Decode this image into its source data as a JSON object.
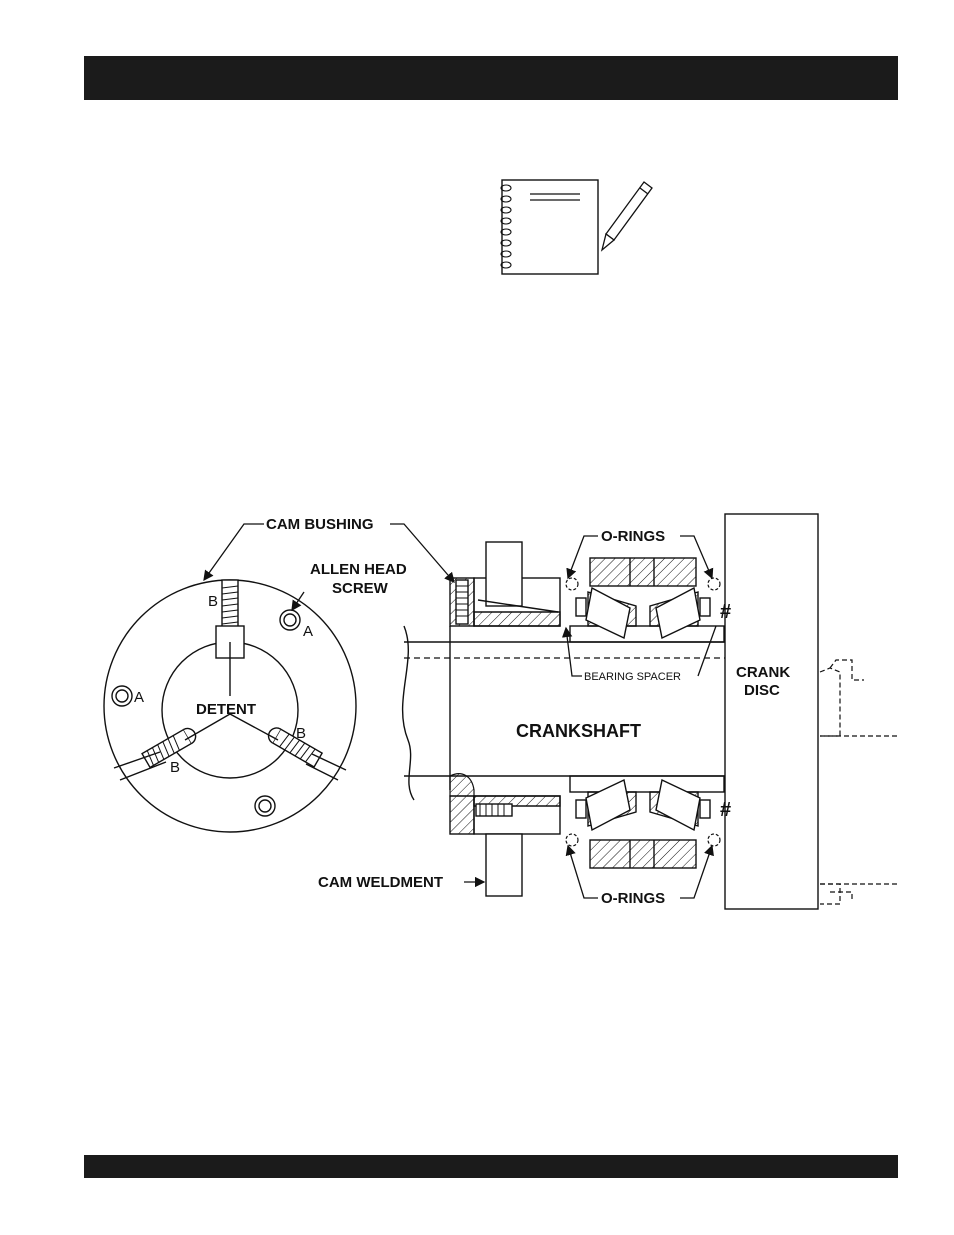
{
  "labels": {
    "cam_bushing": "CAM BUSHING",
    "allen_head_1": "ALLEN HEAD",
    "allen_head_2": "SCREW",
    "o_rings_top": "O-RINGS",
    "o_rings_bottom": "O-RINGS",
    "bearing_spacer": "BEARING SPACER",
    "crank_1": "CRANK",
    "crank_2": "DISC",
    "crankshaft": "CRANKSHAFT",
    "detent": "DETENT",
    "cam_weldment": "CAM WELDMENT",
    "mark_a": "A",
    "mark_b": "B",
    "hash": "#"
  }
}
